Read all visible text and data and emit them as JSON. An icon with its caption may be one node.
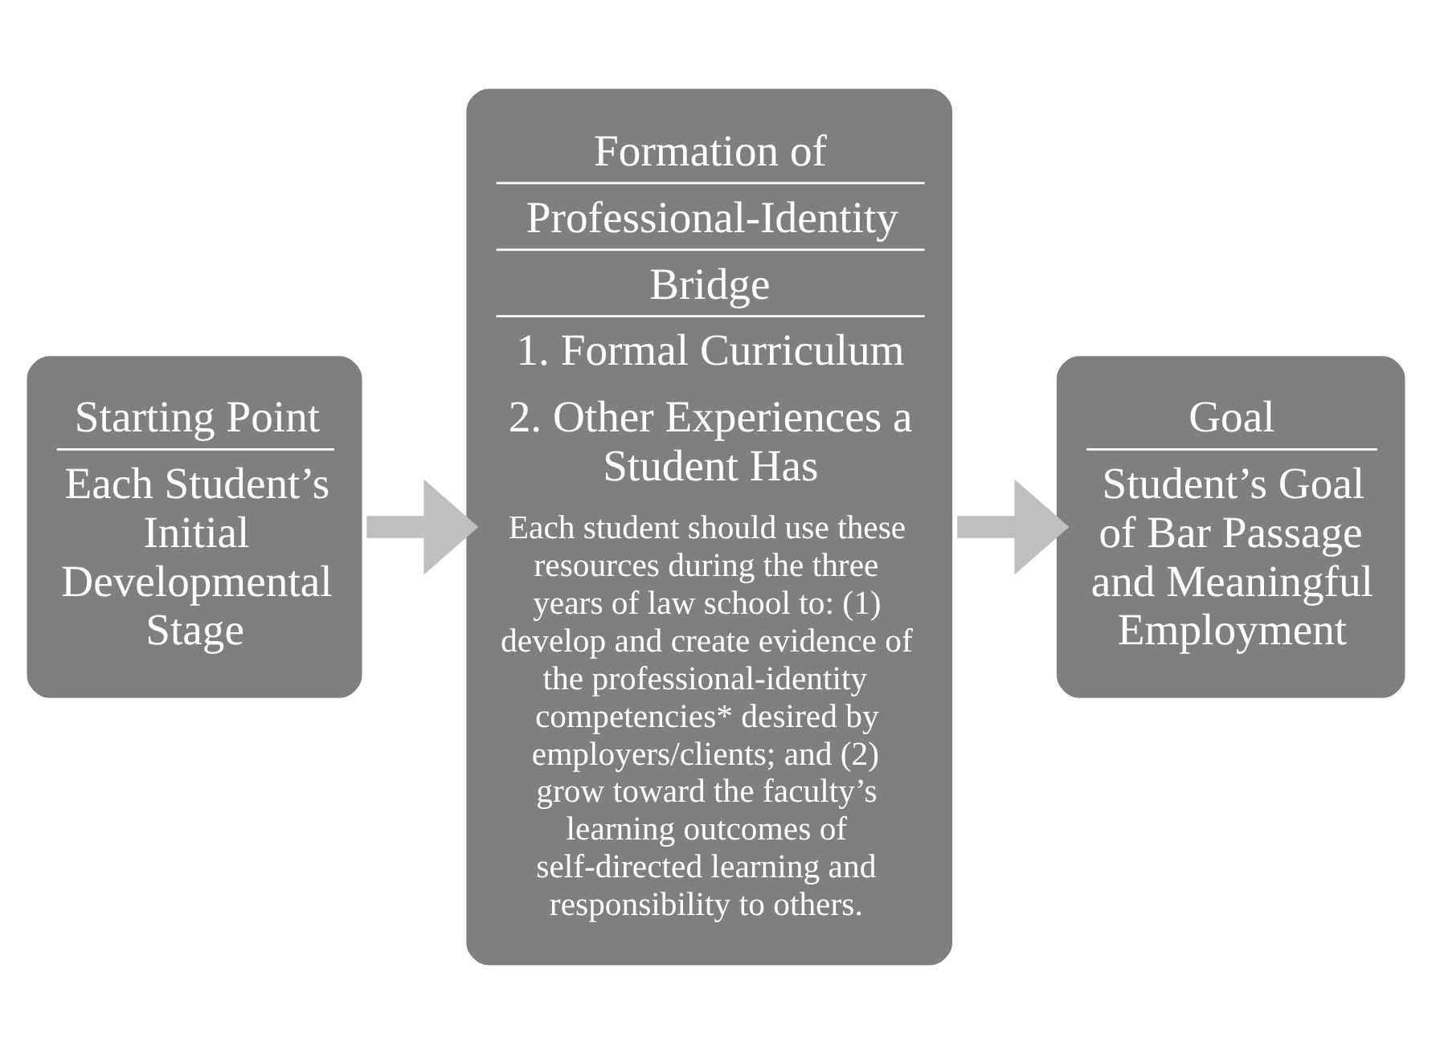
{
  "diagram": {
    "nodes": [
      {
        "text": [
          "Starting Point",
          "Each Student’s Initial Developmental Stage"
        ]
      },
      {
        "text": [
          "Formation of Professional-Identity Bridge",
          "1. Formal Curriculum",
          "2. Other Experiences a Student Has",
          "Each student should use these resources during the three years of law school to: (1) develop and create evidence of the professional-identity competencies* desired by employers/clients; and (2) grow toward the faculty’s learning outcomes of self-directed learning and responsibility to others."
        ]
      },
      {
        "text": [
          "Goal",
          "Student’s Goal of Bar Passage and Meaningful Employment"
        ]
      }
    ],
    "edges": [
      {
        "from": 0,
        "to": 1,
        "arrow": "to"
      },
      {
        "from": 1,
        "to": 2,
        "arrow": "to"
      }
    ]
  }
}
